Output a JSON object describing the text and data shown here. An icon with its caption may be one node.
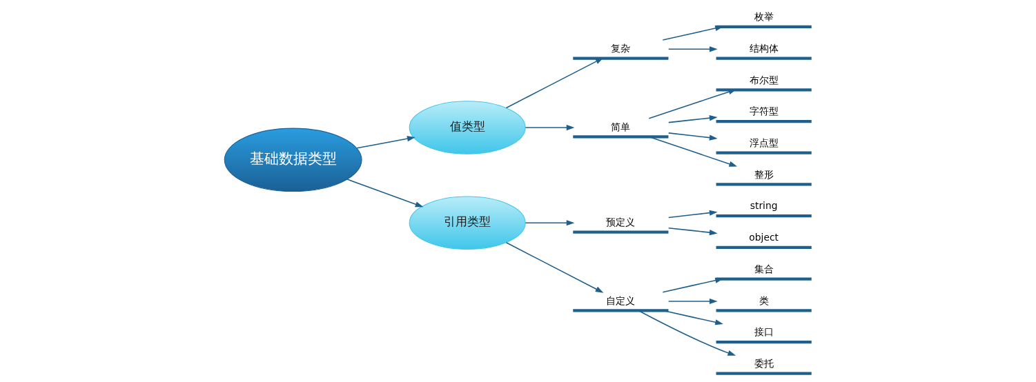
{
  "diagram": {
    "nodes": [
      {
        "text": [
          "基础数据类型"
        ]
      },
      {
        "text": [
          "值类型"
        ]
      },
      {
        "text": [
          "引用类型"
        ]
      },
      {
        "text": [
          "复杂"
        ]
      },
      {
        "text": [
          "简单"
        ]
      },
      {
        "text": [
          "枚举"
        ]
      },
      {
        "text": [
          "结构体"
        ]
      },
      {
        "text": [
          "布尔型"
        ]
      },
      {
        "text": [
          "字符型"
        ]
      },
      {
        "text": [
          "浮点型"
        ]
      },
      {
        "text": [
          "整形"
        ]
      },
      {
        "text": [
          "预定义"
        ]
      },
      {
        "text": [
          "自定义"
        ]
      },
      {
        "text": [
          "string"
        ]
      },
      {
        "text": [
          "object"
        ]
      },
      {
        "text": [
          "集合"
        ]
      },
      {
        "text": [
          "类"
        ]
      },
      {
        "text": [
          "接口"
        ]
      },
      {
        "text": [
          "委托"
        ]
      }
    ],
    "edges": [
      {
        "from": 0,
        "to": 1,
        "arrow": "to"
      },
      {
        "from": 0,
        "to": 2,
        "arrow": "to"
      },
      {
        "from": 1,
        "to": 3,
        "arrow": "to"
      },
      {
        "from": 1,
        "to": 4,
        "arrow": "to"
      },
      {
        "from": 3,
        "to": 5,
        "arrow": "to"
      },
      {
        "from": 3,
        "to": 6,
        "arrow": "to"
      },
      {
        "from": 4,
        "to": 7,
        "arrow": "to"
      },
      {
        "from": 4,
        "to": 8,
        "arrow": "to"
      },
      {
        "from": 4,
        "to": 9,
        "arrow": "to"
      },
      {
        "from": 4,
        "to": 10,
        "arrow": "to"
      },
      {
        "from": 2,
        "to": 11,
        "arrow": "to"
      },
      {
        "from": 2,
        "to": 12,
        "arrow": "to"
      },
      {
        "from": 11,
        "to": 13,
        "arrow": "to"
      },
      {
        "from": 11,
        "to": 14,
        "arrow": "to"
      },
      {
        "from": 12,
        "to": 15,
        "arrow": "to"
      },
      {
        "from": 12,
        "to": 16,
        "arrow": "to"
      },
      {
        "from": 12,
        "to": 17,
        "arrow": "to"
      },
      {
        "from": 12,
        "to": 18,
        "arrow": "to"
      }
    ]
  }
}
